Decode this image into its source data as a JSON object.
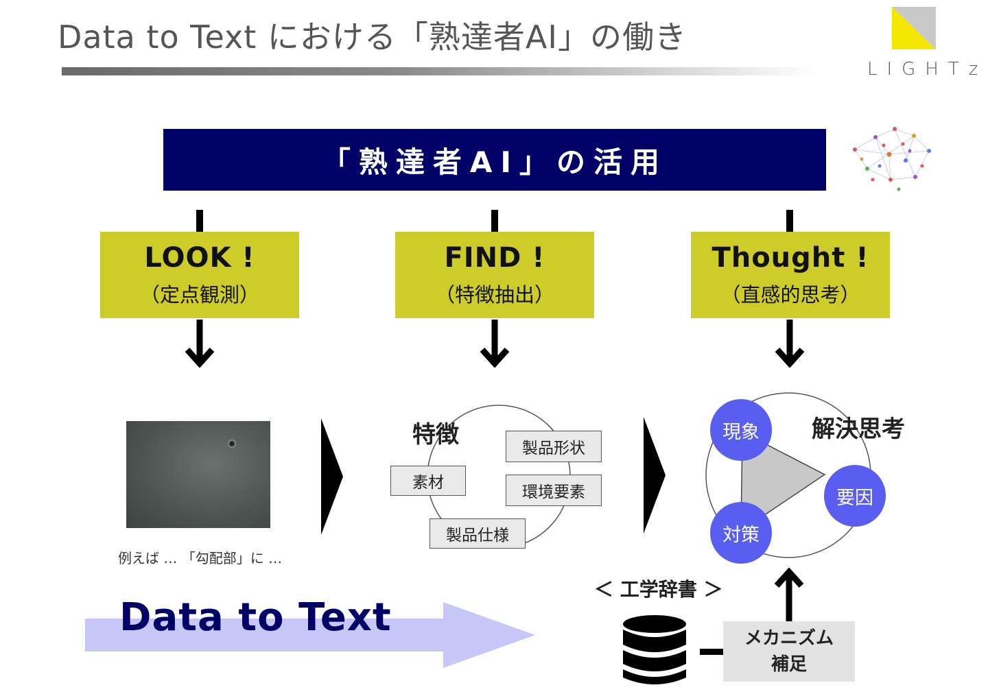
{
  "title": "Data to Text における「熟達者AI」の働き",
  "logo": {
    "text": "LIGHTz"
  },
  "header": {
    "label": "「熟達者AI」の活用"
  },
  "steps": [
    {
      "title": "LOOK !",
      "subtitle": "（定点観測）"
    },
    {
      "title": "FIND !",
      "subtitle": "（特徴抽出）"
    },
    {
      "title": "Thought !",
      "subtitle": "（直感的思考）"
    }
  ],
  "look": {
    "caption": "例えば … 「勾配部」に …"
  },
  "features": {
    "title": "特徴",
    "items": [
      "製品形状",
      "素材",
      "環境要素",
      "製品仕様"
    ]
  },
  "solve": {
    "title": "解決思考",
    "nodes": [
      "現象",
      "要因",
      "対策"
    ]
  },
  "dictionary": {
    "label": "＜ 工学辞書 ＞"
  },
  "mechanism": {
    "line1": "メカニズム",
    "line2": "補足"
  },
  "data_to_text": {
    "label": "Data to Text"
  },
  "colors": {
    "header_bg": "#000066",
    "step_bg": "#cdcc28",
    "node_bg": "#5a5ef0",
    "arrow_band": "#c8c8f8",
    "logo_yellow": "#f5e800"
  }
}
